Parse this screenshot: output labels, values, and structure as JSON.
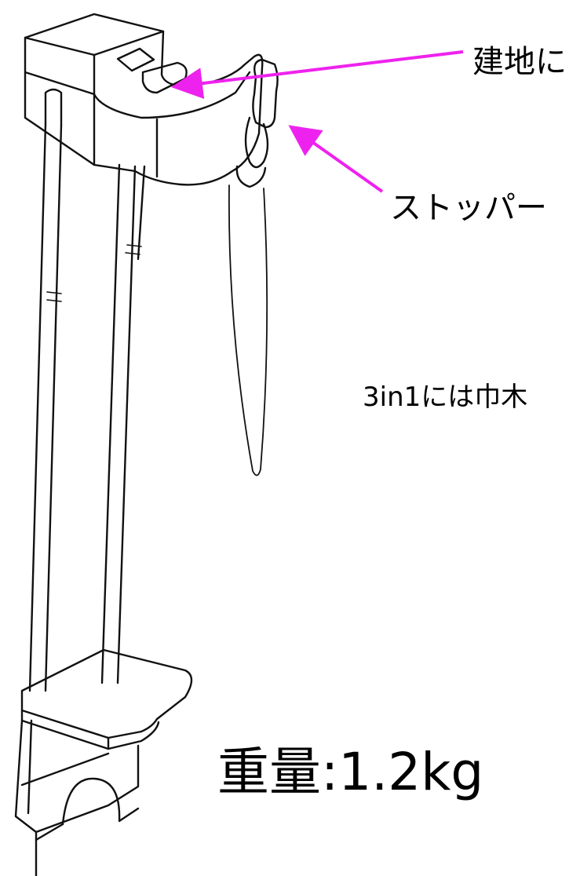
{
  "labels": {
    "top": "建地に",
    "stopper": "ストッパー",
    "note": "3in1には巾木",
    "weight": "重量:1.2kg"
  },
  "colors": {
    "arrow": "#ee22ee",
    "line": "#111111",
    "background": "#ffffff"
  }
}
